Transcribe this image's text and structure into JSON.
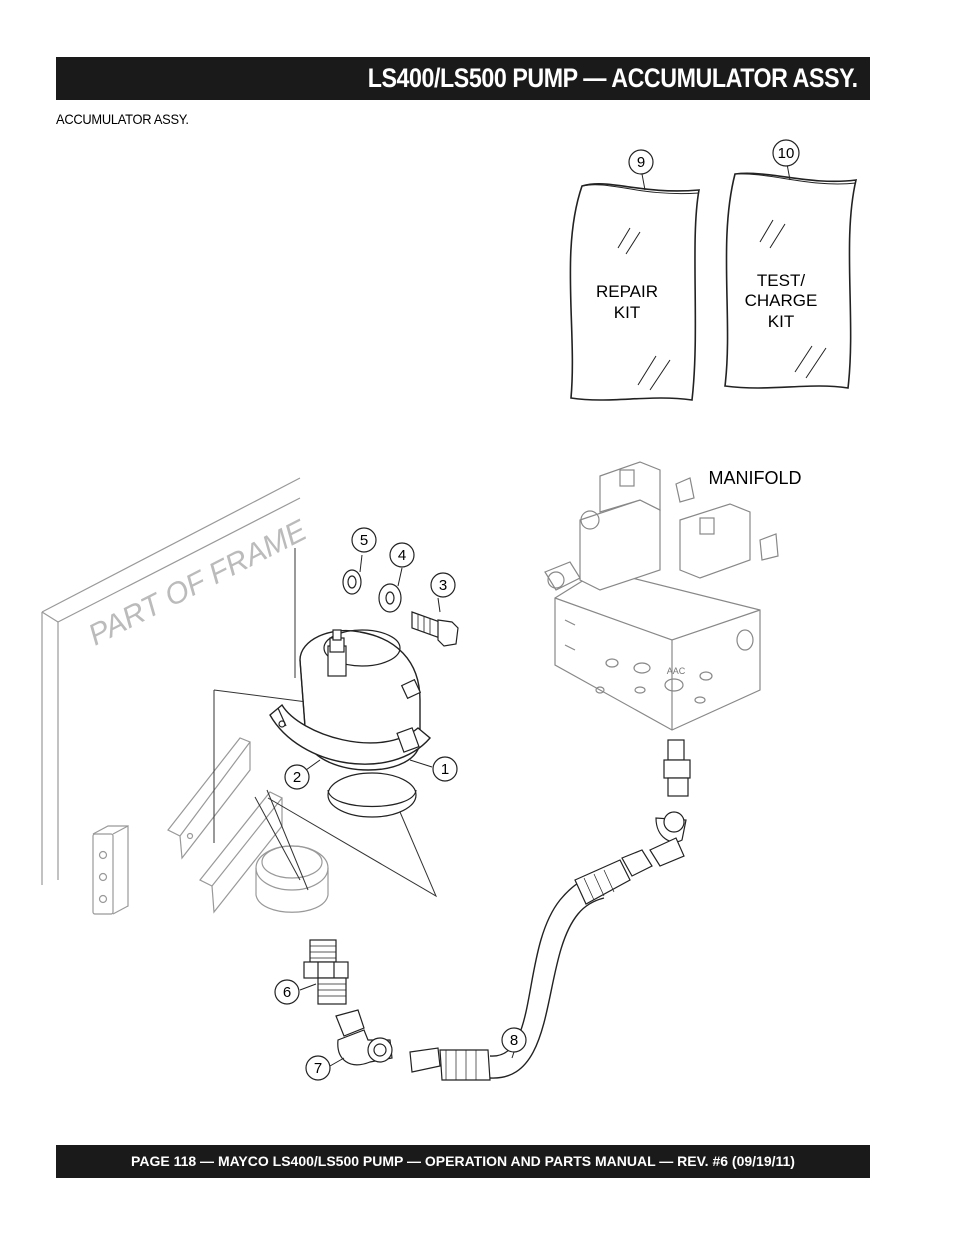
{
  "header": {
    "title": "LS400/LS500 PUMP — ACCUMULATOR ASSY."
  },
  "subtitle": "ACCUMULATOR ASSY.",
  "callouts": [
    "1",
    "2",
    "3",
    "4",
    "5",
    "6",
    "7",
    "8",
    "9",
    "10"
  ],
  "kits": {
    "repair": [
      "REPAIR",
      "KIT"
    ],
    "test_charge": [
      "TEST/",
      "CHARGE",
      "KIT"
    ]
  },
  "labels": {
    "manifold": "MANIFOLD",
    "part_of_frame": "PART OF FRAME",
    "port": "AAC"
  },
  "footer": {
    "text": "PAGE 118 — MAYCO LS400/LS500 PUMP — OPERATION AND PARTS MANUAL — REV. #6 (09/19/11)"
  }
}
